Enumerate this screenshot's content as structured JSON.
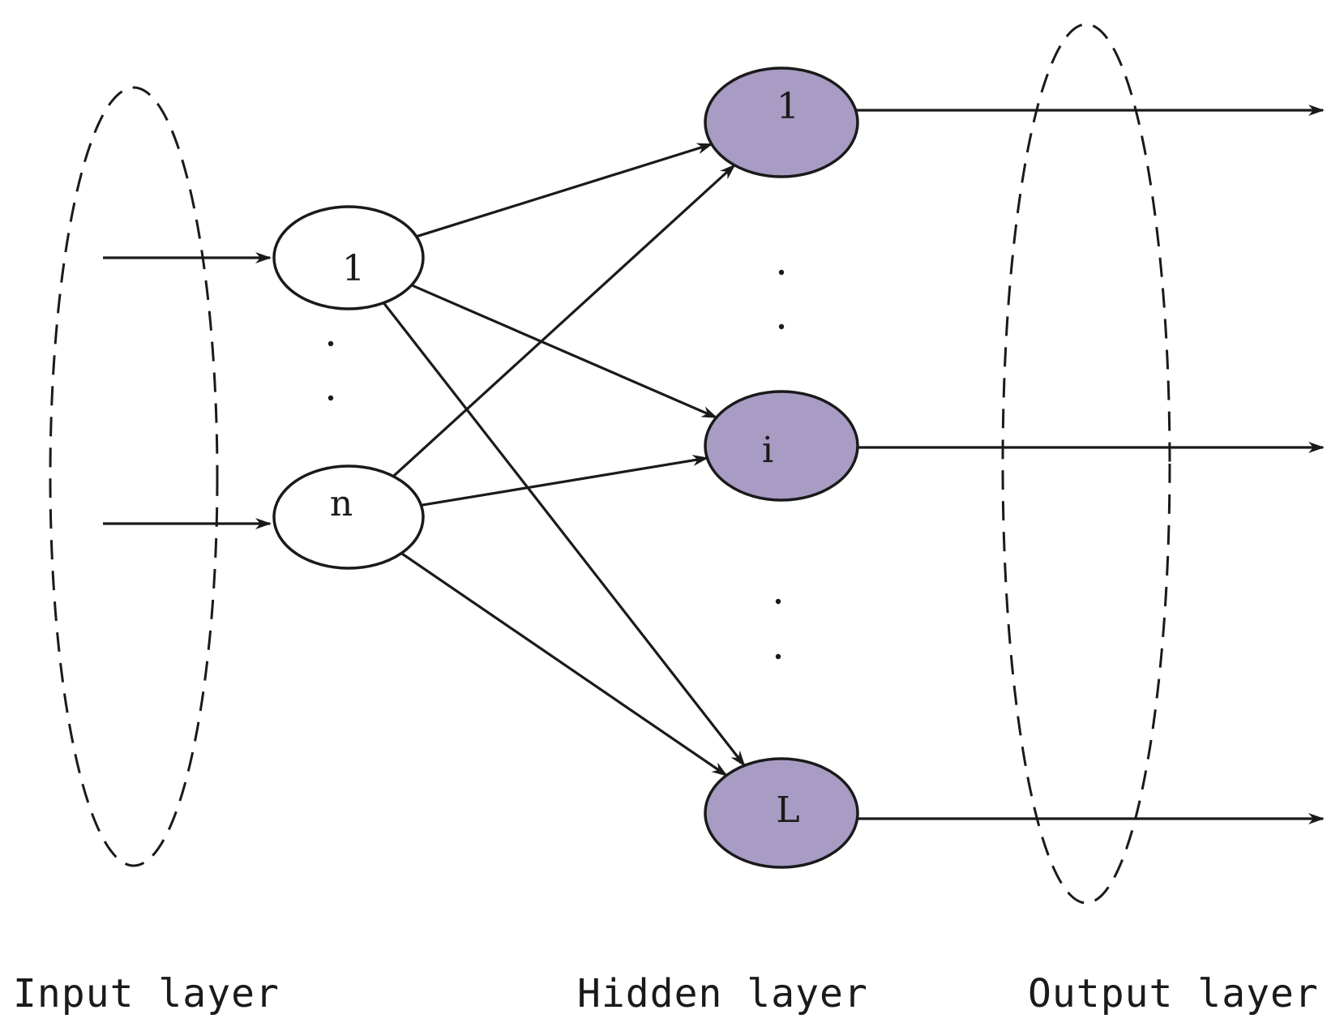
{
  "colors": {
    "stroke": "#1a1a1a",
    "hidden_fill": "#a89bc4",
    "input_fill": "#ffffff"
  },
  "input_nodes": [
    {
      "id": "in-1",
      "label": "1"
    },
    {
      "id": "in-n",
      "label": "n"
    }
  ],
  "hidden_nodes": [
    {
      "id": "h-1",
      "label": "1"
    },
    {
      "id": "h-i",
      "label": "i"
    },
    {
      "id": "h-L",
      "label": "L"
    }
  ],
  "edges": [
    {
      "from": "in-1",
      "to": "h-1"
    },
    {
      "from": "in-1",
      "to": "h-i"
    },
    {
      "from": "in-1",
      "to": "h-L"
    },
    {
      "from": "in-n",
      "to": "h-1"
    },
    {
      "from": "in-n",
      "to": "h-i"
    },
    {
      "from": "in-n",
      "to": "h-L"
    }
  ],
  "layer_labels": {
    "input": "Input layer",
    "hidden": "Hidden layer",
    "output": "Output layer"
  }
}
